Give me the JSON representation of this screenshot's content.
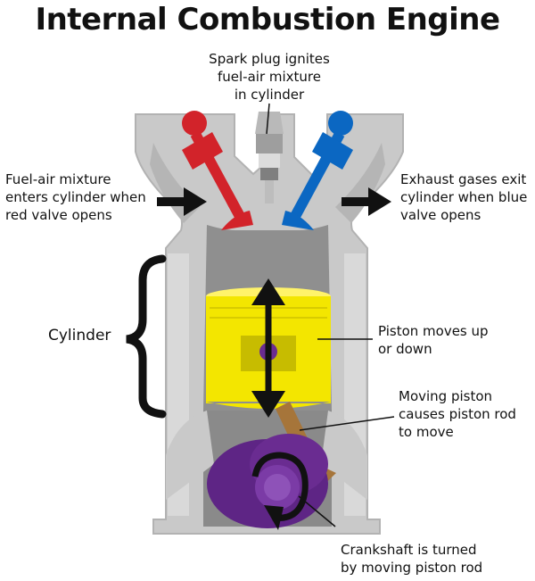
{
  "title": "Internal Combustion Engine",
  "labels": {
    "spark_plug": "Spark plug ignites\nfuel-air mixture\nin cylinder",
    "intake": "Fuel-air mixture\nenters cylinder when\nred valve opens",
    "exhaust": "Exhaust gases exit\ncylinder when blue\nvalve opens",
    "cylinder": "Cylinder",
    "piston": "Piston moves up\nor down",
    "piston_rod": "Moving piston\ncauses piston rod\nto move",
    "crankshaft": "Crankshaft is turned\nby moving piston rod"
  },
  "colors": {
    "intake_valve": "#d2232a",
    "exhaust_valve": "#0b67c2",
    "piston": "#f3e600",
    "crankshaft": "#6a2c91",
    "piston_rod": "#a6753a",
    "engine_block": "#c8c8c8",
    "cylinder_interior": "#8d8d8d"
  }
}
